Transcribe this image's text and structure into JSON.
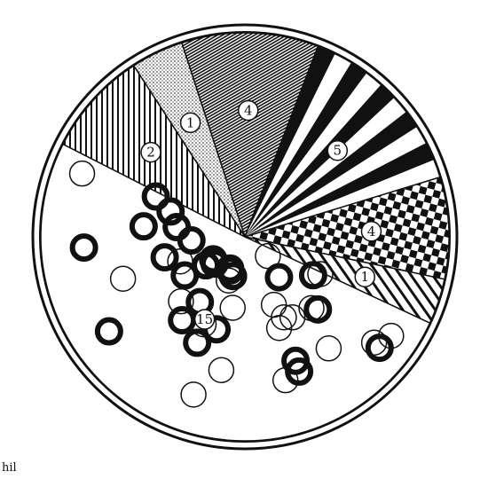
{
  "chart_data": {
    "type": "pie",
    "title": "",
    "slices": [
      {
        "label": "1",
        "pattern": "dots",
        "start_deg": 237,
        "end_deg": 252
      },
      {
        "label": "4",
        "pattern": "diagonal-hatch",
        "start_deg": 252,
        "end_deg": 291
      },
      {
        "label": "5",
        "pattern": "sunburst-stripes",
        "start_deg": 291,
        "end_deg": 343
      },
      {
        "label": "4",
        "pattern": "checkerboard",
        "start_deg": 343,
        "end_deg": 12
      },
      {
        "label": "1",
        "pattern": "diagonal-stripes",
        "start_deg": 12,
        "end_deg": 25
      },
      {
        "label": "15",
        "pattern": "rings",
        "start_deg": 25,
        "end_deg": 207
      },
      {
        "label": "2",
        "pattern": "vertical-stripes",
        "start_deg": 207,
        "end_deg": 237
      }
    ]
  },
  "footer": {
    "corner_text": "hil"
  },
  "colors": {
    "ink": "#111111",
    "paper": "#ffffff"
  }
}
